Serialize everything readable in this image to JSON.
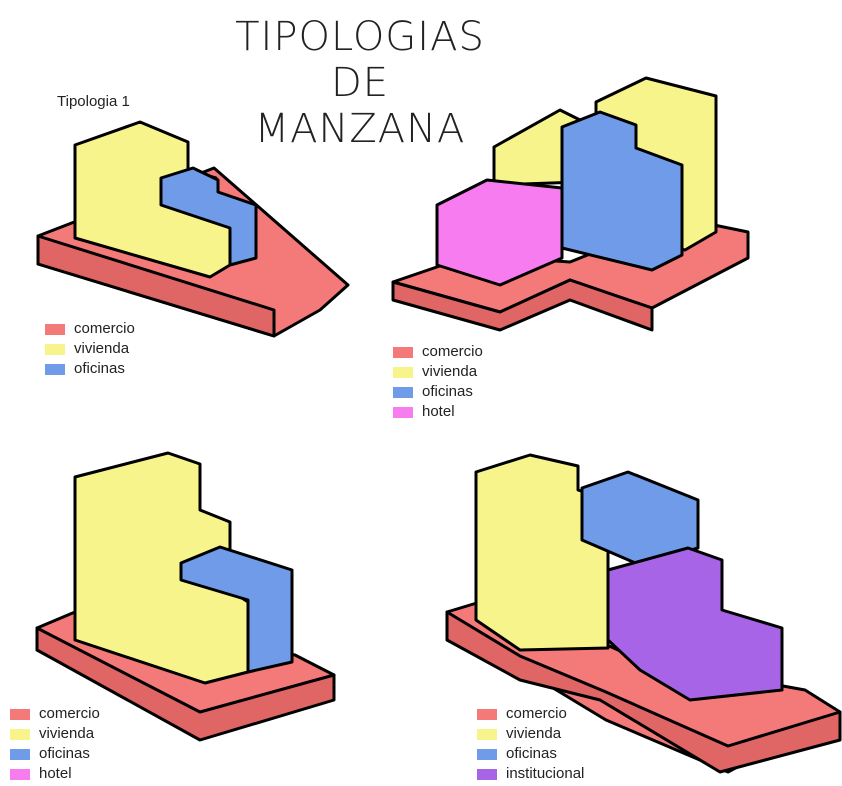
{
  "header": {
    "title_line1": "TIPOLOGIAS DE",
    "title_line2": "MANZANA",
    "subtitle": "Tipologia 1"
  },
  "colors": {
    "comercio": "#f47a7a",
    "vivienda": "#f7f48b",
    "oficinas": "#6f9be8",
    "hotel": "#f77cf0",
    "institucional": "#a864e6"
  },
  "legends": [
    {
      "items": [
        {
          "key": "comercio",
          "label": "comercio"
        },
        {
          "key": "vivienda",
          "label": "vivienda"
        },
        {
          "key": "oficinas",
          "label": "oficinas"
        }
      ]
    },
    {
      "items": [
        {
          "key": "comercio",
          "label": "comercio"
        },
        {
          "key": "vivienda",
          "label": "vivienda"
        },
        {
          "key": "oficinas",
          "label": "oficinas"
        },
        {
          "key": "hotel",
          "label": "hotel"
        }
      ]
    },
    {
      "items": [
        {
          "key": "comercio",
          "label": "comercio"
        },
        {
          "key": "vivienda",
          "label": "vivienda"
        },
        {
          "key": "oficinas",
          "label": "oficinas"
        },
        {
          "key": "hotel",
          "label": "hotel"
        }
      ]
    },
    {
      "items": [
        {
          "key": "comercio",
          "label": "comercio"
        },
        {
          "key": "vivienda",
          "label": "vivienda"
        },
        {
          "key": "oficinas",
          "label": "oficinas"
        },
        {
          "key": "institucional",
          "label": "institucional"
        }
      ]
    }
  ]
}
